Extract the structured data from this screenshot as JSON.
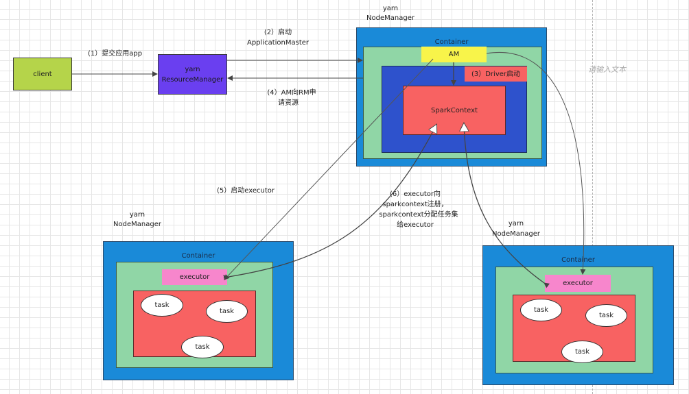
{
  "client": {
    "label": "client"
  },
  "resource_manager": {
    "line1": "yarn",
    "line2": "ResourceManager"
  },
  "steps": {
    "s1": "(1）提交应用app",
    "s2_line1": "(2）启动",
    "s2_line2": "ApplicationMaster",
    "s3": "(3）Driver启动",
    "s4_line1": "(4）AM向RM申",
    "s4_line2": "请资源",
    "s5": "(5）启动executor",
    "s6_line1": "(6）executor向",
    "s6_line2": "sparkcontext注册，",
    "s6_line3": "sparkcontext分配任务集",
    "s6_line4": "给executor"
  },
  "node_top": {
    "title_line1": "yarn",
    "title_line2": "NodeManager",
    "container": "Container",
    "am": "AM",
    "spark_context": "SparkContext"
  },
  "node_left": {
    "title_line1": "yarn",
    "title_line2": "NodeManager",
    "container": "Container",
    "executor": "executor",
    "tasks": [
      "task",
      "task",
      "task"
    ]
  },
  "node_right": {
    "title_line1": "yarn",
    "title_line2": "NodeManager",
    "container": "Container",
    "executor": "executor",
    "tasks": [
      "task",
      "task",
      "task"
    ]
  },
  "canvas": {
    "placeholder": "请输入文本"
  },
  "colors": {
    "client": "#b5d44a",
    "resource_manager": "#6a3ff0",
    "container_outer": "#1a8ad8",
    "container_inner": "#90d6a6",
    "driver": "#2e52cc",
    "spark_context": "#f86262",
    "am": "#f8f44a",
    "executor": "#f786cc"
  }
}
